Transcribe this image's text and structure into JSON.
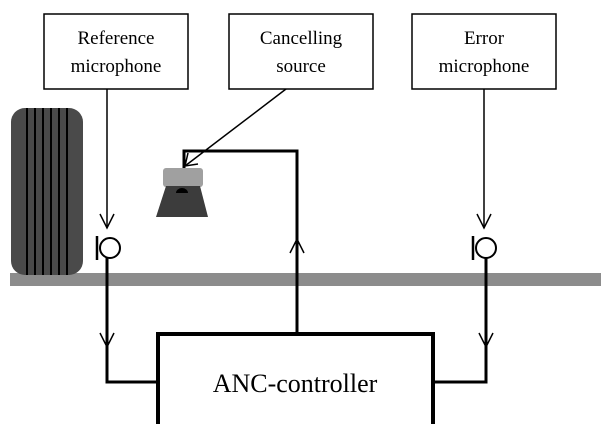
{
  "labels": {
    "reference_mic_line1": "Reference",
    "reference_mic_line2": "microphone",
    "cancelling_source_line1": "Cancelling",
    "cancelling_source_line2": "source",
    "error_mic_line1": "Error",
    "error_mic_line2": "microphone",
    "controller": "ANC-controller"
  },
  "colors": {
    "ground": "#8c8c8c",
    "tyre": "#4a4a4a",
    "speaker_top": "#a0a0a0",
    "speaker_body": "#3c3c3c",
    "line": "#000000"
  }
}
